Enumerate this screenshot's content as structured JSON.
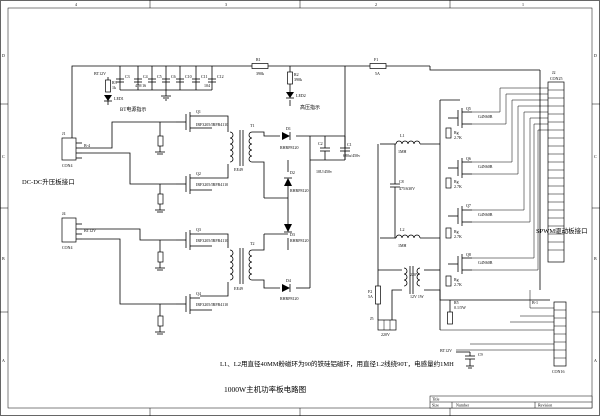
{
  "frame": {
    "columns": [
      "4",
      "3",
      "2",
      "1"
    ],
    "rows": [
      "D",
      "C",
      "B",
      "A"
    ]
  },
  "title": "1000W主机功率板电路图",
  "note": "L1、L2用直径40MM粉磁环为90的铁硅铝磁环，用直径1.2线绕90T，电感量约1MH",
  "left_labels": {
    "dcdc": "DC-DC升压板接口",
    "spwm": "SPWM驱动板接口"
  },
  "indicators": {
    "bt": "BT电源指示",
    "hv": "高压指示"
  },
  "connectors": [
    {
      "ref": "J1",
      "label": "CON4",
      "note": "B-4"
    },
    {
      "ref": "J4",
      "label": "CON4",
      "note": "BT12V"
    },
    {
      "ref": "J2",
      "label": "CON25",
      "note": "J2"
    },
    {
      "ref": "J3",
      "label": "CON16",
      "note": "B-1"
    }
  ],
  "parts": {
    "r1": "R1",
    "r1v": "390k",
    "r2": "R2",
    "r2v": "390k",
    "f1": "F1",
    "f1v": "5A",
    "f2": "F2",
    "f2v": "5A",
    "r3": "R3",
    "r3v": "1k",
    "c3": "C3",
    "c4": "C4",
    "c5": "C5",
    "c6": "C6",
    "c7": "C7",
    "c10": "C10",
    "c11": "C11",
    "c12": "C12",
    "c3v": "470/16",
    "c12v": "104",
    "led1": "LED1",
    "led2": "LED2",
    "t1": "T1",
    "t2": "T2",
    "ee1": "EE49",
    "ee2": "EE49",
    "d1": "D1",
    "d2": "D2",
    "d3": "D3",
    "d4": "D4",
    "d1v": "RHRP8120",
    "d2v": "RHRP8120",
    "d3v": "RHRP8120",
    "d4v": "RHRP8120",
    "c1": "C1",
    "c1v": "680u/450v",
    "c2": "C2",
    "c2v": "10U/450v",
    "q1": "Q1",
    "q2": "Q2",
    "q3": "Q3",
    "q4": "Q4",
    "qv": "IRF3205/IRFB4110",
    "q5": "Q5",
    "q6": "Q6",
    "q7": "Q7",
    "q8": "Q8",
    "qhv": "G4N60B",
    "l1": "L1",
    "l1v": "1MH",
    "l2": "L2",
    "l2v": "1MH",
    "c8": "C8",
    "c8v": "475/630V",
    "r5": "R5",
    "r5v": "0.1/5W",
    "rg": "Rg",
    "rgv": "2.7K",
    "xfmr": "220V",
    "xfmr2": "12V 1W",
    "j5": "J5",
    "j5v": "220V"
  },
  "bottom_right": {
    "title_label": "Title",
    "size_label": "Size",
    "number_label": "Number",
    "revision_label": "Revision"
  }
}
